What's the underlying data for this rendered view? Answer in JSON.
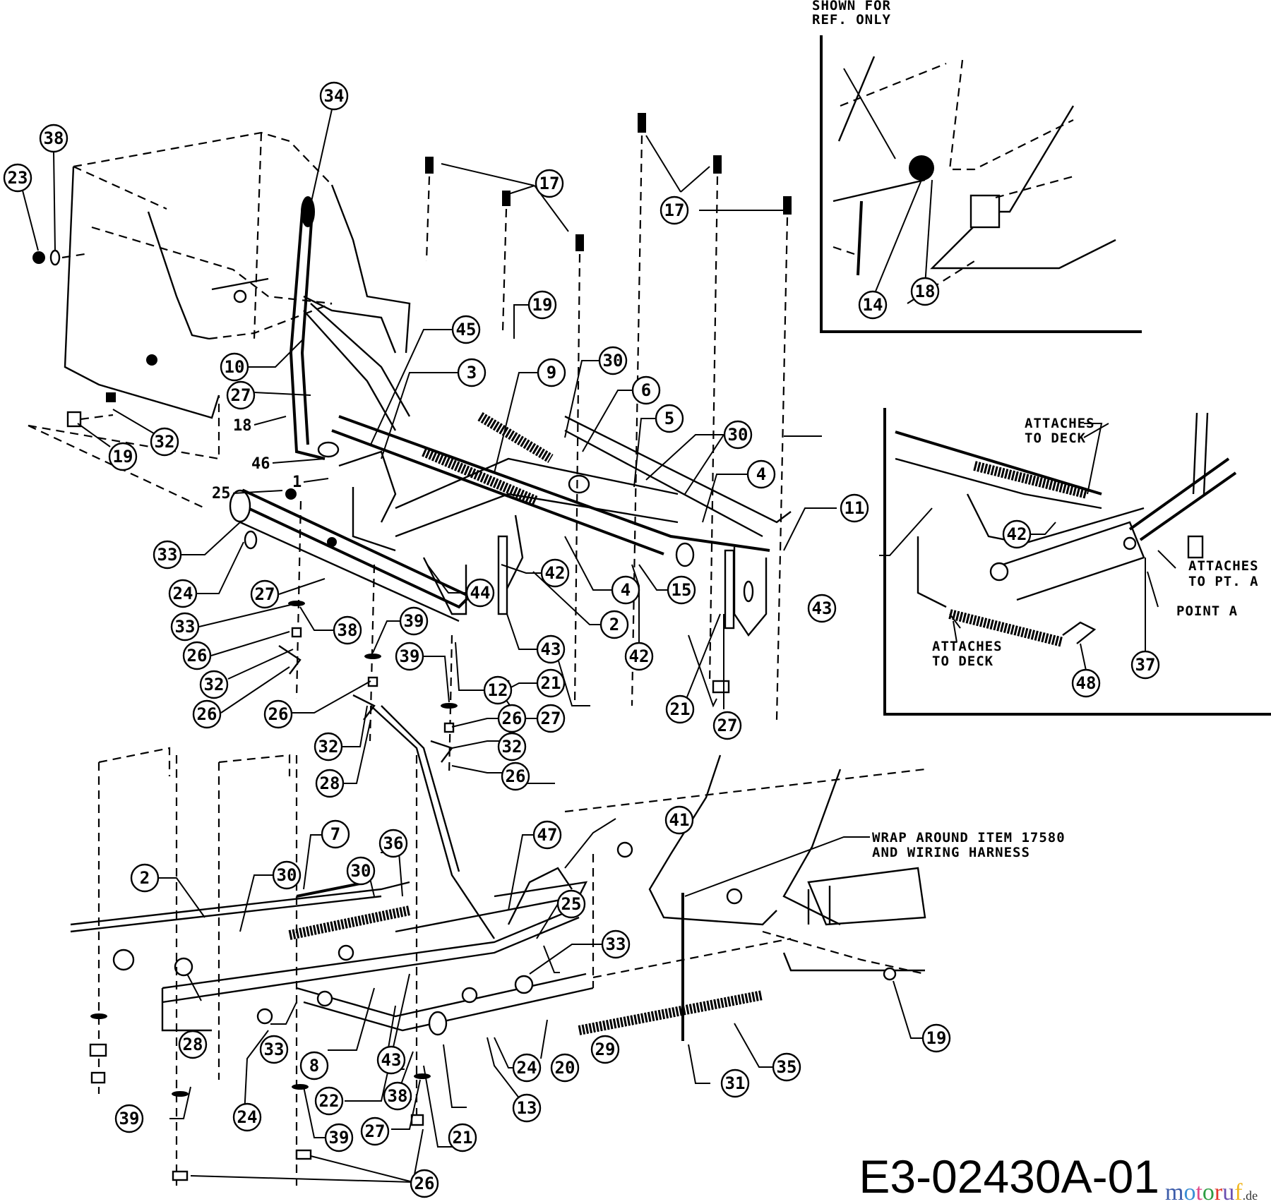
{
  "diagram": {
    "drawing_number": "E3-02430A-01",
    "watermark": {
      "parts": [
        "m",
        "o",
        "t",
        "o",
        "r",
        "u",
        "f"
      ],
      "suffix": ".de",
      "colors": [
        "#3b5ba9",
        "#3b8fd6",
        "#e04a8c",
        "#2e9e44",
        "#e2372b",
        "#6a4fb0",
        "#f2b824"
      ]
    },
    "notes": {
      "ref_only_line1": "SHOWN FOR",
      "ref_only_line2": "REF. ONLY",
      "attaches_deck_top_1": "ATTACHES",
      "attaches_deck_top_2": "TO DECK",
      "attaches_pt_a_1": "ATTACHES",
      "attaches_pt_a_2": "TO PT. A",
      "point_a": "POINT A",
      "attaches_deck_bottom_1": "ATTACHES",
      "attaches_deck_bottom_2": "TO DECK",
      "wrap_line1": "WRAP AROUND ITEM 17580",
      "wrap_line2": "AND WIRING HARNESS"
    },
    "plain_labels": {
      "p18": "18",
      "p46": "46",
      "p1": "1",
      "p25": "25"
    },
    "callouts": {
      "c34": "34",
      "c38": "38",
      "c23": "23",
      "c10": "10",
      "c27a": "27",
      "c32a": "32",
      "c19a": "19",
      "c17a": "17",
      "c17b": "17",
      "c19b": "19",
      "c45": "45",
      "c3": "3",
      "c9": "9",
      "c30a": "30",
      "c6": "6",
      "c5": "5",
      "c30b": "30",
      "c4a": "4",
      "c11": "11",
      "c14": "14",
      "c18": "18",
      "c42a": "42",
      "c48": "48",
      "c37": "37",
      "c33a": "33",
      "c24a": "24",
      "c27b": "27",
      "c33b": "33",
      "c38b": "38",
      "c26a": "26",
      "c32b": "32",
      "c26b": "26",
      "c44": "44",
      "c39a": "39",
      "c26c": "26",
      "c39b": "39",
      "c32c": "32",
      "c28a": "28",
      "c12": "12",
      "c26d": "26",
      "c32d": "32",
      "c26e": "26",
      "c42b": "42",
      "c2a": "2",
      "c4b": "4",
      "c15": "15",
      "c43a": "43",
      "c21a": "21",
      "c27c": "27",
      "c42c": "42",
      "c43b": "43",
      "c21b": "21",
      "c27d": "27",
      "c7": "7",
      "c36": "36",
      "c30c": "30",
      "c2b": "2",
      "c30d": "30",
      "c47": "47",
      "c41": "41",
      "c25": "25",
      "c33c": "33",
      "c28b": "28",
      "c33d": "33",
      "c8": "8",
      "c22": "22",
      "c43c": "43",
      "c38c": "38",
      "c27e": "27",
      "c39c": "39",
      "c39d": "39",
      "c24b": "24",
      "c24c": "24",
      "c13": "13",
      "c21c": "21",
      "c26f": "26",
      "c20": "20",
      "c29": "29",
      "c31": "31",
      "c35": "35",
      "c19c": "19"
    }
  }
}
